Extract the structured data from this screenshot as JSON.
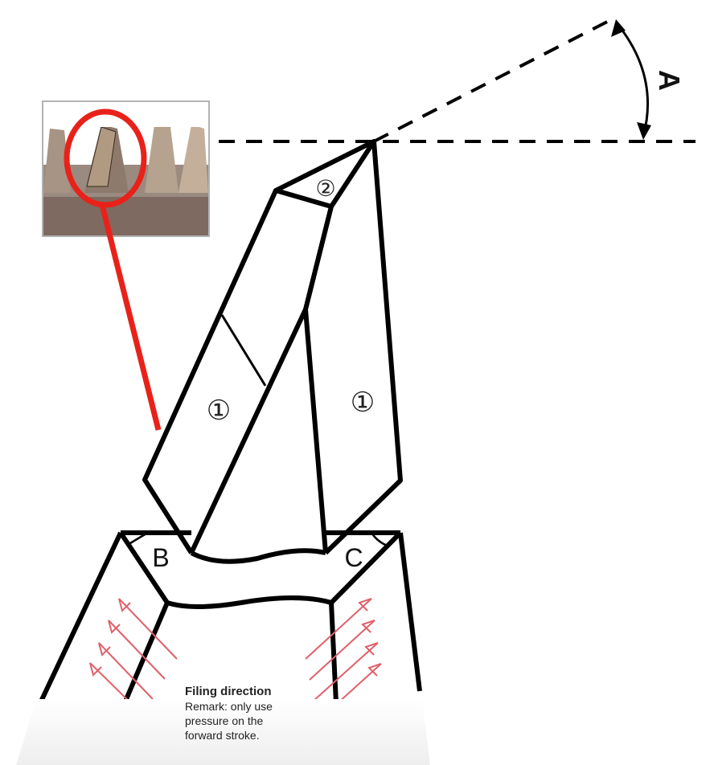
{
  "labels": {
    "face_left": "①",
    "face_right": "①",
    "face_top": "②",
    "angle_b": "B",
    "angle_c": "C",
    "angle_a": "A"
  },
  "note": {
    "title": "Filing direction",
    "line1": "Remark: only use",
    "line2": "pressure on the",
    "line3": "forward stroke."
  },
  "colors": {
    "outline": "#000000",
    "highlight": "#e8221a",
    "arrows": "#e0606a",
    "photo_bg": "#8a7a70",
    "teeth": "#b0a090"
  }
}
